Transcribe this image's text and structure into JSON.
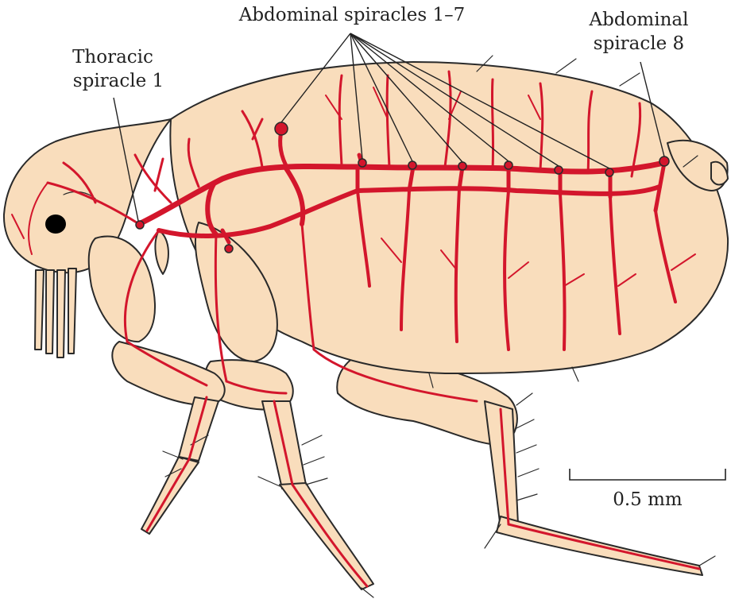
{
  "figure": {
    "labels": {
      "thoracic_spiracle": [
        "Thoracic",
        "spiracle 1"
      ],
      "abdominal_spiracles_1_7": "Abdominal spiracles 1–7",
      "abdominal_spiracle_8": [
        "Abdominal",
        "spiracle 8"
      ]
    },
    "scale_bar": {
      "label": "0.5 mm"
    },
    "colors": {
      "body": "#f9ddbc",
      "outline": "#2a2a2a",
      "trachea": "#d3162c",
      "eye": "#000000"
    }
  }
}
